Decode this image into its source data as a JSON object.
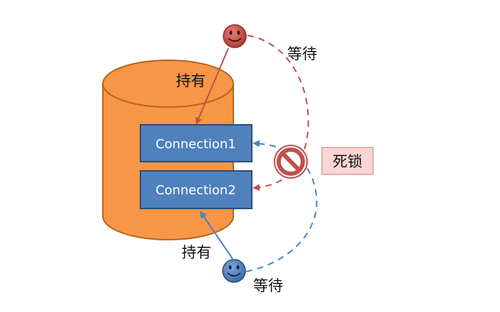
{
  "diagram": {
    "connections": [
      {
        "label": "Connection1"
      },
      {
        "label": "Connection2"
      }
    ],
    "labels": {
      "hold_top": "持有",
      "wait_top": "等待",
      "hold_bottom": "持有",
      "wait_bottom": "等待",
      "deadlock": "死锁"
    },
    "colors": {
      "cylinder": "#F79646",
      "cylinder_stroke": "#B5651D",
      "connection_box": "#4F81BD",
      "connection_stroke": "#2C4D75",
      "red_actor": "#C0504D",
      "blue_actor": "#4F81BD",
      "deadlock_badge": "#FBD5D5"
    }
  }
}
